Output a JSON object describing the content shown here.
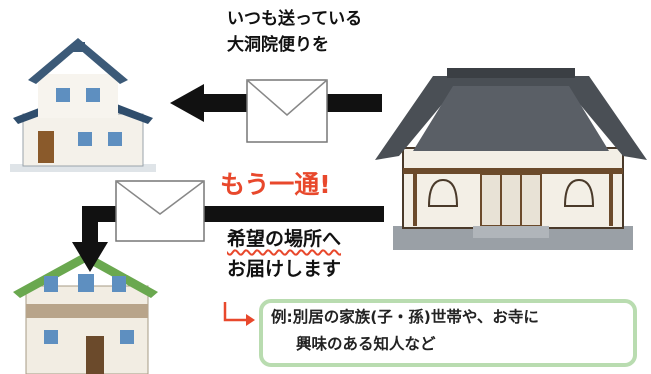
{
  "top_caption": [
    "いつも送っている",
    "大洞院便りを"
  ],
  "highlight": "もう一通!",
  "second_caption": [
    "希望の場所へ",
    "お届けします"
  ],
  "note": [
    "例:別居の家族(子・孫)世帯や、お寺に",
    "興味のある知人など"
  ],
  "colors": {
    "accent_red": "#e8482c",
    "arrow": "#111111",
    "note_border": "#b9dcb0",
    "roof_top_house": "#3c5a78",
    "roof_bottom_house": "#6aa84f",
    "temple_roof": "#4a4f55"
  },
  "icons": [
    "house-icon",
    "temple-icon",
    "envelope-icon",
    "arrow-icon",
    "corner-arrow-icon"
  ]
}
